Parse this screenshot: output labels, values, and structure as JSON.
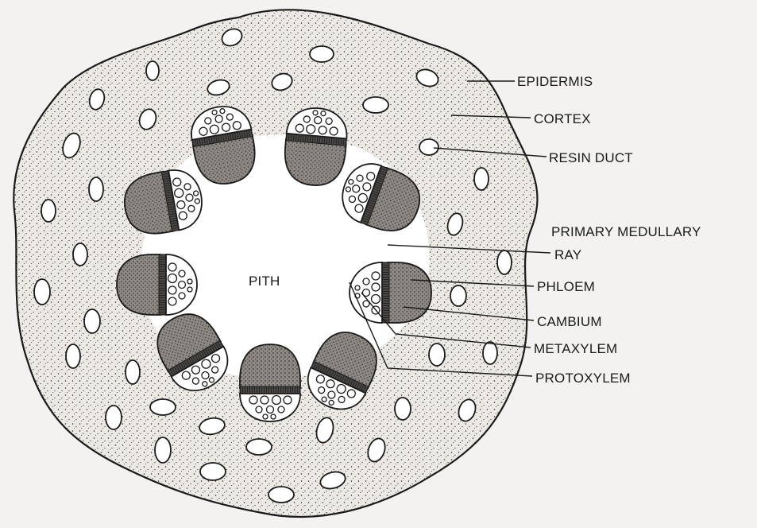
{
  "labels": {
    "pith": "PITH",
    "epidermis": "EPIDERMIS",
    "cortex": "CORTEX",
    "resin_duct": "RESIN DUCT",
    "primary_medullary_ray_line1": "PRIMARY MEDULLARY",
    "primary_medullary_ray_line2": "RAY",
    "phloem": "PHLOEM",
    "cambium": "CAMBIUM",
    "metaxylem": "METAXYLEM",
    "protoxylem": "PROTOXYLEM"
  },
  "colors": {
    "background": "#f3f2f0",
    "cortex_fill": "#ebe8e3",
    "stipple": "#2a2a2a",
    "outline": "#1a1a1a",
    "phloem_fill": "#8a8682",
    "pith_fill": "#ffffff"
  }
}
